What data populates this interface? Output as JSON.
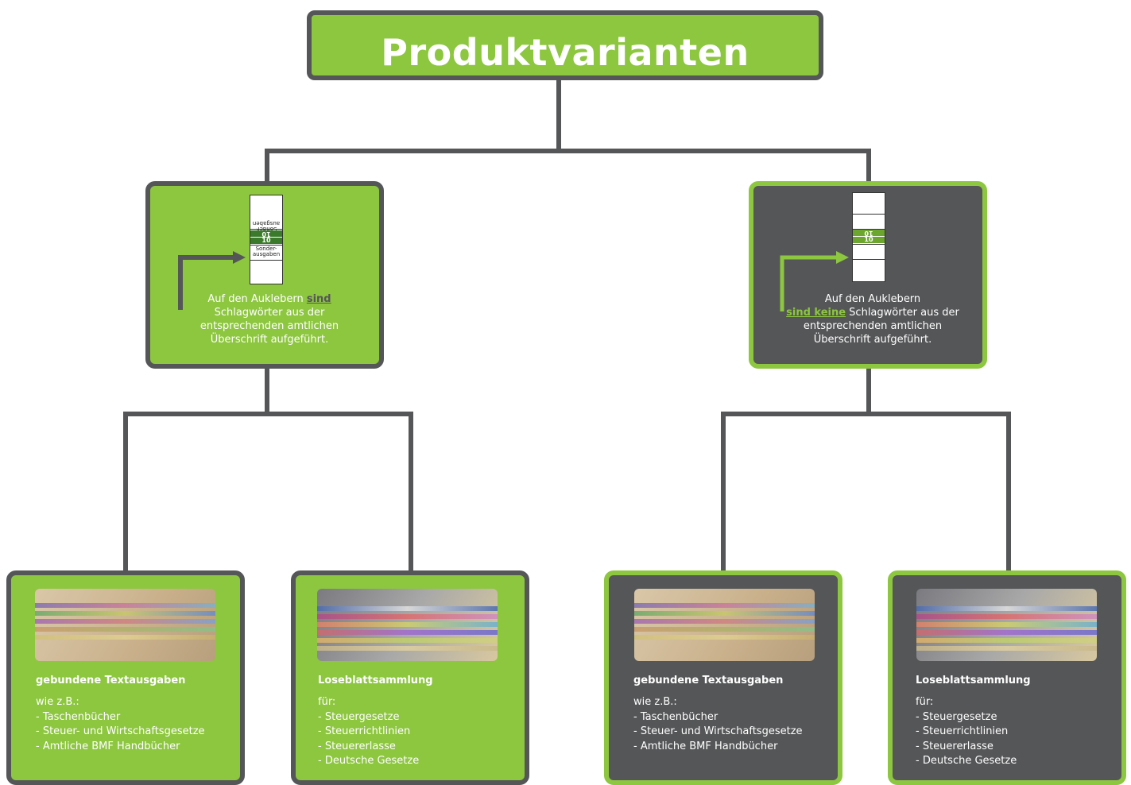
{
  "title": "Produktvarianten",
  "colors": {
    "green": "#8dc63f",
    "dark": "#555658",
    "line": "#555658"
  },
  "variants": [
    {
      "theme": "green",
      "strip": {
        "top_flipped": "Sonder-\nausgaben",
        "band_flipped": "10",
        "band": "10",
        "bottom": "Sonder-\nausgaben"
      },
      "text_before": "Auf den Auklebern ",
      "text_emphasis": "sind",
      "text_after": "Schlagwörter aus der\nentsprechenden amtlichen\nÜberschrift aufgeführt.",
      "products": [
        {
          "title": "gebundene Textausgaben",
          "intro": "wie z.B.:",
          "items": [
            "- Taschenbücher",
            "- Steuer- und Wirtschaftsgesetze",
            "- Amtliche BMF Handbücher"
          ],
          "photo_icon": "bound-books-photo"
        },
        {
          "title": "Loseblattsammlung",
          "intro": "für:",
          "items": [
            "- Steuergesetze",
            "- Steuerrichtlinien",
            "- Steuererlasse",
            "- Deutsche Gesetze"
          ],
          "photo_icon": "loose-leaf-photo"
        }
      ]
    },
    {
      "theme": "dark",
      "strip": {
        "band_flipped": "10",
        "band": "10"
      },
      "text_before": "Auf den Auklebern",
      "text_emphasis": "sind keine",
      "text_after": " Schlagwörter aus der\nentsprechenden amtlichen\nÜberschrift aufgeführt.",
      "products": [
        {
          "title": "gebundene Textausgaben",
          "intro": "wie z.B.:",
          "items": [
            "- Taschenbücher",
            "- Steuer- und Wirtschaftsgesetze",
            "- Amtliche BMF Handbücher"
          ],
          "photo_icon": "bound-books-photo"
        },
        {
          "title": "Loseblattsammlung",
          "intro": "für:",
          "items": [
            "- Steuergesetze",
            "- Steuerrichtlinien",
            "- Steuererlasse",
            "- Deutsche Gesetze"
          ],
          "photo_icon": "loose-leaf-photo"
        }
      ]
    }
  ]
}
